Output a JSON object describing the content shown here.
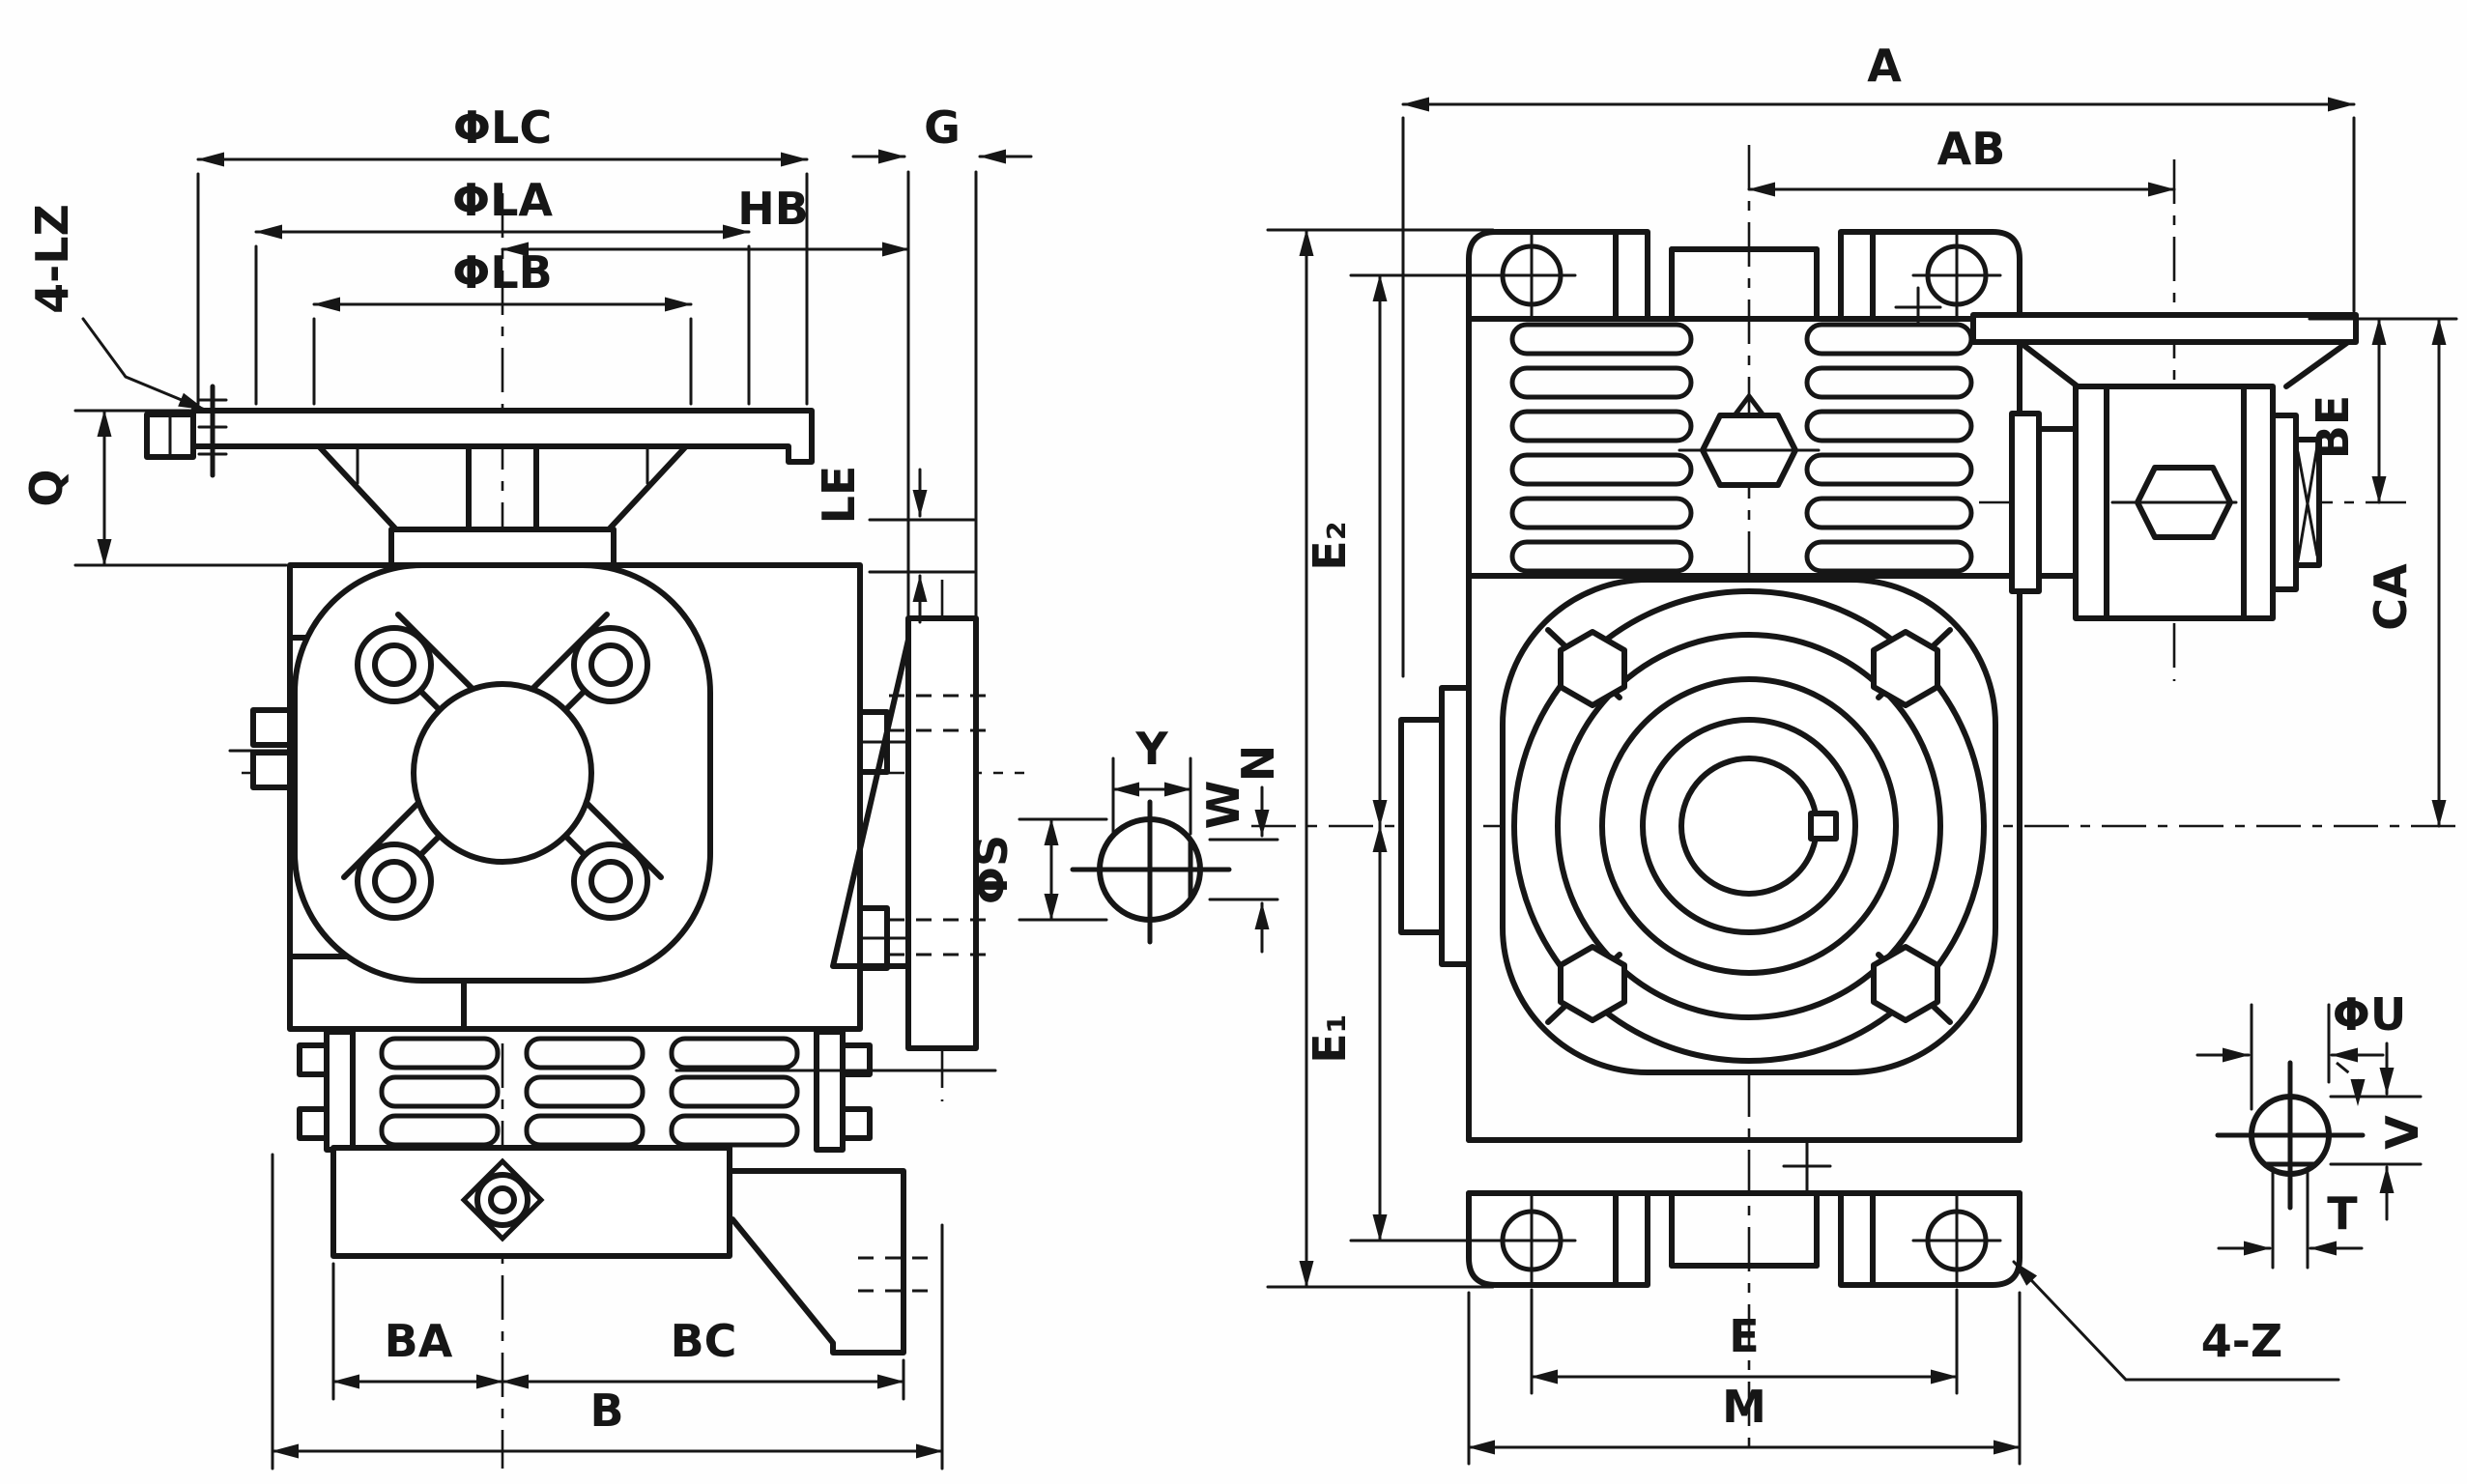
{
  "drawing": {
    "background": "#fefefe",
    "line_color": "#161616",
    "left_view": {
      "phi_lc": "ΦLC",
      "phi_la": "ΦLA",
      "phi_lb": "ΦLB",
      "four_lz": "4-LZ",
      "q": "Q",
      "hb": "HB",
      "g": "G",
      "le": "LE",
      "ba": "BA",
      "bc": "BC",
      "b": "B"
    },
    "output_shaft_section": {
      "y": "Y",
      "w": "W",
      "phi_s": "ΦS"
    },
    "right_view": {
      "a": "A",
      "ab": "AB",
      "n": "N",
      "e2": "E₂",
      "e1": "E₁",
      "be": "BE",
      "ca": "CA",
      "e": "E",
      "m": "M",
      "four_z": "4-Z"
    },
    "input_shaft_section": {
      "phi_u": "ΦU",
      "v": "V",
      "t": "T"
    }
  }
}
